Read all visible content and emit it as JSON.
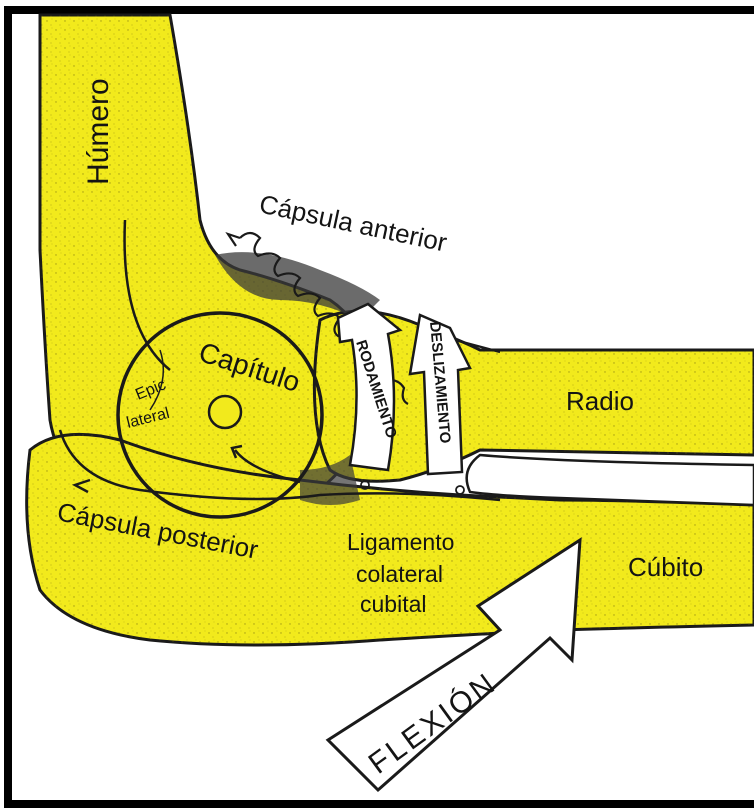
{
  "labels": {
    "humero": "Húmero",
    "capsula_anterior": "Cápsula anterior",
    "capitulo": "Capítulo",
    "epic": "Epic",
    "lateral": "lateral",
    "rodamiento": "RODAMIENTO",
    "deslizamiento": "DESLIZAMIENTO",
    "radio": "Radio",
    "capsula_posterior": "Cápsula posterior",
    "ligamento_1": "Ligamento",
    "ligamento_2": "colateral",
    "ligamento_3": "cubital",
    "cubito": "Cúbito",
    "flexion": "FLEXIÓN"
  },
  "colors": {
    "bone_yellow": "#f2ea1c",
    "outline": "#1a1a1a",
    "frame": "#000000",
    "capsule_grey": "#3a3a3a"
  },
  "icons": [
    "rolling-arrow-icon",
    "sliding-arrow-icon",
    "flexion-arrow-icon",
    "spiral-capsule-icon"
  ]
}
